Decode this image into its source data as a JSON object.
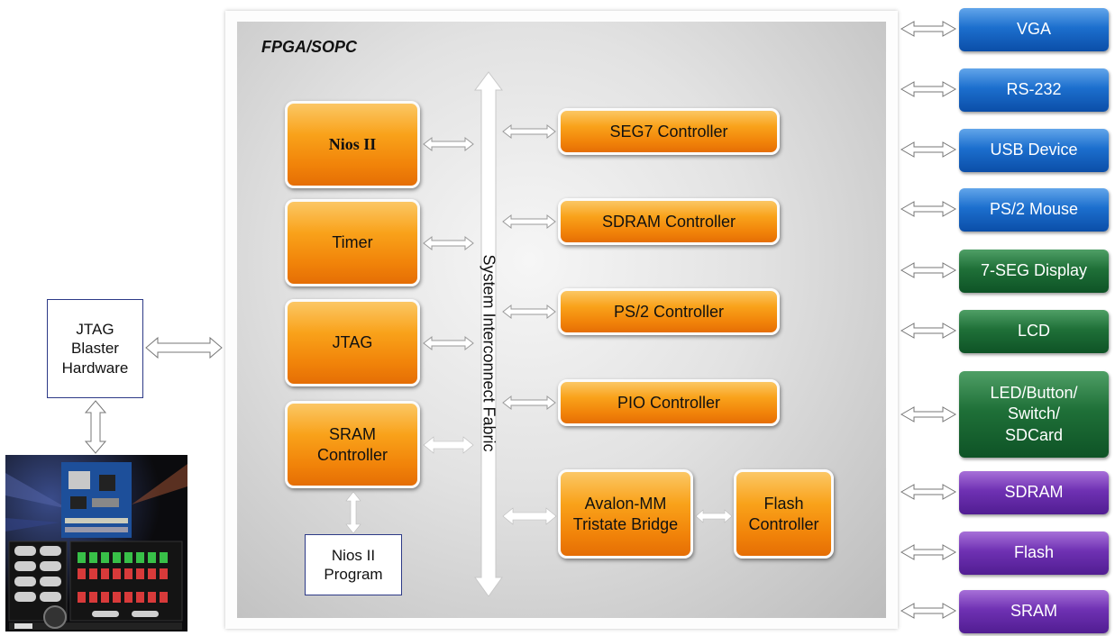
{
  "fpga": {
    "title": "FPGA/SOPC",
    "bus_label": "System Interconnect Fabric"
  },
  "left_blocks": [
    {
      "label": "Nios II"
    },
    {
      "label": "Timer"
    },
    {
      "label": "JTAG"
    },
    {
      "label": "SRAM Controller"
    }
  ],
  "program_box": {
    "label": "Nios II Program"
  },
  "right_blocks": [
    {
      "label": "SEG7 Controller"
    },
    {
      "label": "SDRAM Controller"
    },
    {
      "label": "PS/2 Controller"
    },
    {
      "label": "PIO Controller"
    }
  ],
  "bridge": {
    "label": "Avalon-MM Tristate Bridge"
  },
  "flash_controller": {
    "label": "Flash Controller"
  },
  "jtag_hardware": {
    "label": "JTAG Blaster Hardware"
  },
  "peripherals": [
    {
      "label": "VGA",
      "color": "#1c6fce"
    },
    {
      "label": "RS-232",
      "color": "#1c6fce"
    },
    {
      "label": "USB Device",
      "color": "#1c6fce"
    },
    {
      "label": "PS/2 Mouse",
      "color": "#1c6fce"
    },
    {
      "label": "7-SEG Display",
      "color": "#1f7038"
    },
    {
      "label": "LCD",
      "color": "#1f7038"
    },
    {
      "label": "LED/Button/ Switch/ SDCard",
      "color": "#1f7038"
    },
    {
      "label": "SDRAM",
      "color": "#6f31b3"
    },
    {
      "label": "Flash",
      "color": "#6f31b3"
    },
    {
      "label": "SRAM",
      "color": "#6f31b3"
    }
  ],
  "colors": {
    "orange_block": "#f9a21a",
    "blue_peripheral": "#1c6fce",
    "green_peripheral": "#1f7038",
    "purple_peripheral": "#6f31b3",
    "outline_box": "#2d3a87"
  }
}
